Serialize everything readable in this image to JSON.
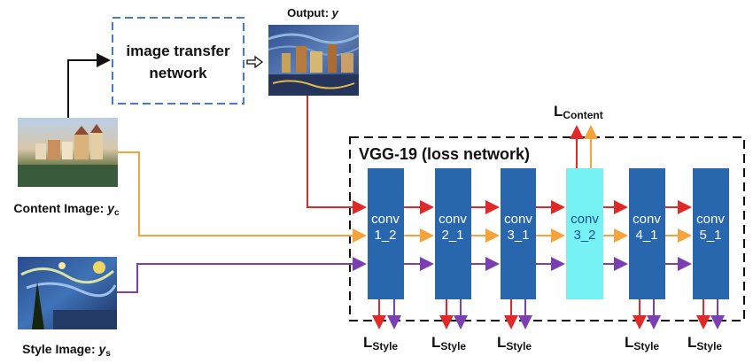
{
  "transfer_network": {
    "line1": "image transfer",
    "line2": "network"
  },
  "output": {
    "label": "Output:",
    "var": "y"
  },
  "content_image": {
    "label": "Content Image:",
    "var": "y",
    "sub": "c"
  },
  "style_image": {
    "label": "Style Image:",
    "var": "y",
    "sub": "s"
  },
  "vgg": {
    "title": "VGG-19 (loss network)"
  },
  "loss_content": {
    "main": "L",
    "sub": "Content"
  },
  "loss_style": {
    "main": "L",
    "sub": "Style"
  },
  "layers": [
    {
      "line1": "conv",
      "line2": "1_2"
    },
    {
      "line1": "conv",
      "line2": "2_1"
    },
    {
      "line1": "conv",
      "line2": "3_1"
    },
    {
      "line1": "conv",
      "line2": "3_2"
    },
    {
      "line1": "conv",
      "line2": "4_1"
    },
    {
      "line1": "conv",
      "line2": "5_1"
    }
  ],
  "colors": {
    "layer_blue": "#2867ad",
    "layer_cyan": "#77f2f4",
    "red": "#e02a2a",
    "orange": "#f5a33b",
    "purple": "#7a3fb0",
    "dash_blue": "#4a78c2"
  }
}
